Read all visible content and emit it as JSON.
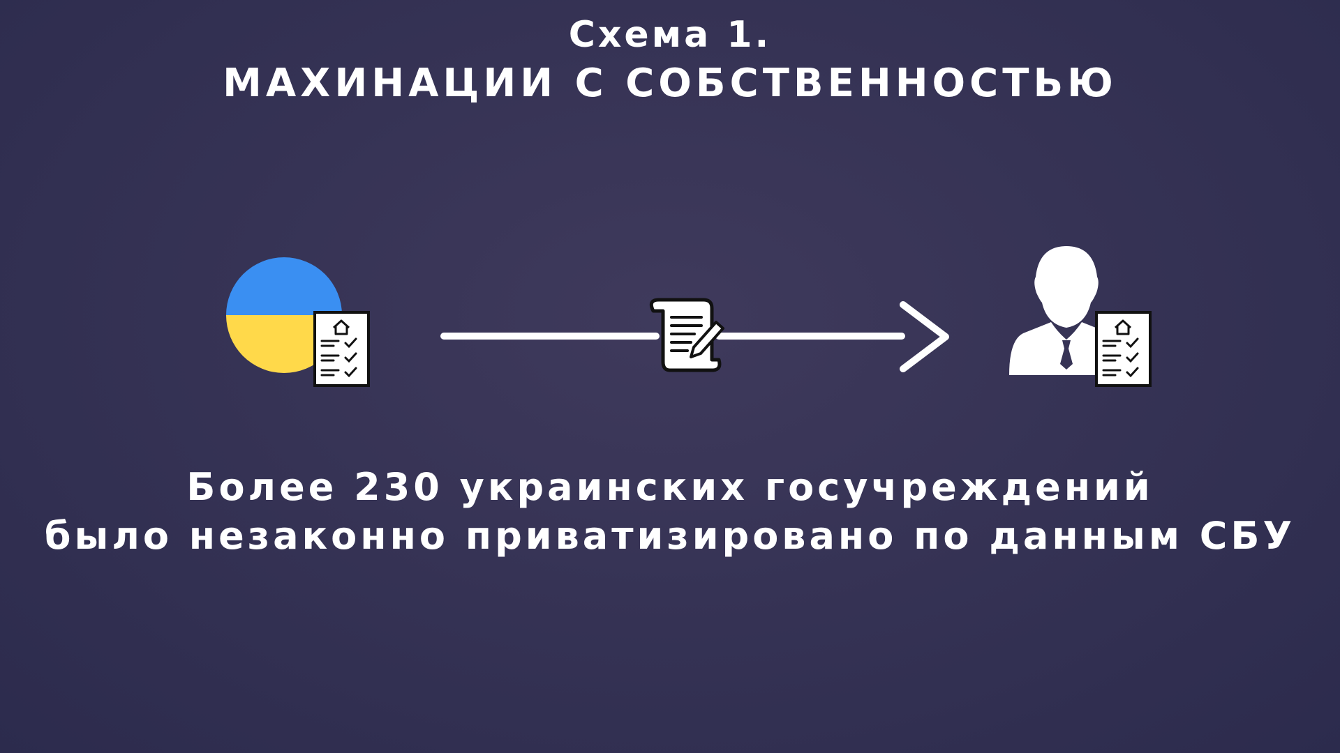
{
  "title": {
    "line1": "Схема 1.",
    "line2": "МАХИНАЦИИ С СОБСТВЕННОСТЬЮ"
  },
  "caption": {
    "line1": "Более 230 украинских госучреждений",
    "line2": "было незаконно приватизировано по данным СБУ"
  },
  "nodes": {
    "source": "ukraine-state-property-icon",
    "middle": "contract-document-icon",
    "target": "private-owner-property-icon"
  },
  "colors": {
    "background": "#363355",
    "flag_blue": "#3a8ff2",
    "flag_yellow": "#ffd94a",
    "foreground": "#ffffff",
    "outline": "#111111"
  }
}
